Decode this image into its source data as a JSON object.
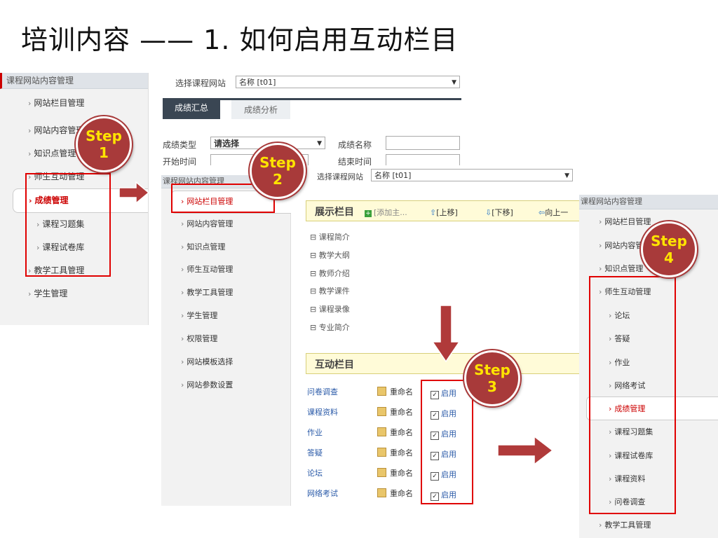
{
  "title": "培训内容 —— 1. 如何启用互动栏目",
  "steps": [
    {
      "word": "Step",
      "num": "1"
    },
    {
      "word": "Step",
      "num": "2"
    },
    {
      "word": "Step",
      "num": "3"
    },
    {
      "word": "Step",
      "num": "4"
    }
  ],
  "panel1": {
    "head": "课程网站内容管理",
    "items": [
      "网站栏目管理",
      "网站内容管理",
      "知识点管理",
      "师生互动管理",
      "成绩管理",
      "课程习题集",
      "课程试卷库",
      "教学工具管理",
      "学生管理"
    ]
  },
  "panel1_main": {
    "site_label": "选择课程网站",
    "site_value": "名称 [t01]",
    "tab_active": "成绩汇总",
    "tab_other": "成绩分析",
    "type_label": "成绩类型",
    "type_value": "请选择",
    "name_label": "成绩名称",
    "start_label": "开始时间",
    "end_label": "结束时间"
  },
  "panel2": {
    "head": "课程网站内容管理",
    "items": [
      "网站栏目管理",
      "网站内容管理",
      "知识点管理",
      "师生互动管理",
      "教学工具管理",
      "学生管理",
      "权限管理",
      "网站模板选择",
      "网站参数设置"
    ],
    "site_label": "选择课程网站",
    "site_value": "名称 [t01]",
    "display_title": "展示栏目",
    "tools": [
      "[添加主...",
      "[上移]",
      "[下移]",
      "向上一"
    ],
    "tree": [
      "课程简介",
      "教学大纲",
      "教师介绍",
      "教学课件",
      "课程录像",
      "专业简介"
    ],
    "interact_title": "互动栏目",
    "rows": [
      "问卷调查",
      "课程资料",
      "作业",
      "答疑",
      "论坛",
      "网络考试"
    ],
    "rename": "重命名",
    "enable": "启用",
    "tree_marker": "⊟",
    "check_mark": "✓"
  },
  "panel3": {
    "head": "课程网站内容管理",
    "items": [
      "网站栏目管理",
      "网站内容管理",
      "知识点管理",
      "师生互动管理",
      "论坛",
      "答疑",
      "作业",
      "网络考试",
      "成绩管理",
      "课程习题集",
      "课程试卷库",
      "课程资料",
      "问卷调查",
      "教学工具管理"
    ]
  },
  "colors": {
    "accent_red": "#e00000",
    "step_fill": "#a83a3a",
    "step_text": "#ffe400",
    "arrow": "#b03a3a"
  }
}
